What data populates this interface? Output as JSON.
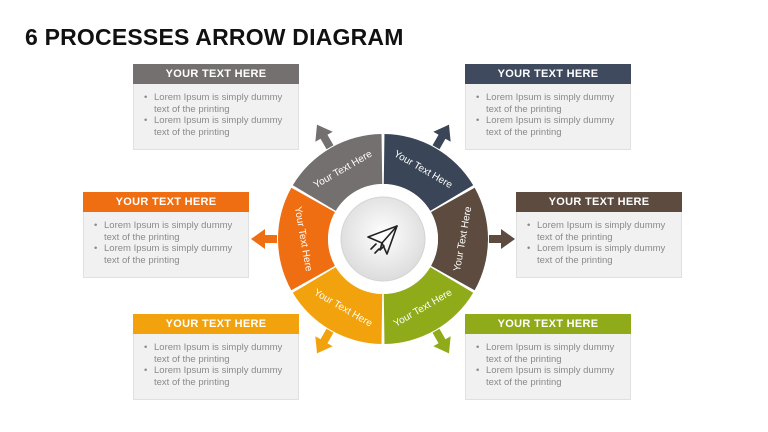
{
  "title": "6 PROCESSES ARROW DIAGRAM",
  "center_icon": "paper-plane-icon",
  "segments": [
    {
      "label": "Your Text Here",
      "color": "#757070"
    },
    {
      "label": "Your Text Here",
      "color": "#3a4658"
    },
    {
      "label": "Your Text Here",
      "color": "#5c4b3e"
    },
    {
      "label": "Your Text Here",
      "color": "#8fab19"
    },
    {
      "label": "Your Text Here",
      "color": "#f1a20c"
    },
    {
      "label": "Your Text Here",
      "color": "#ef6e12"
    }
  ],
  "boxes": [
    {
      "header": "YOUR TEXT HERE",
      "color": "#757070",
      "bullets": [
        "Lorem Ipsum is simply dummy text of the printing",
        "Lorem Ipsum is simply dummy text of the printing"
      ]
    },
    {
      "header": "YOUR TEXT HERE",
      "color": "#3f4a5e",
      "bullets": [
        "Lorem Ipsum is simply dummy text of the printing",
        "Lorem Ipsum is simply dummy text of the printing"
      ]
    },
    {
      "header": "YOUR TEXT HERE",
      "color": "#ef6e12",
      "bullets": [
        "Lorem Ipsum is simply dummy text of the printing",
        "Lorem Ipsum is simply dummy text of the printing"
      ]
    },
    {
      "header": "YOUR TEXT HERE",
      "color": "#5c4b3e",
      "bullets": [
        "Lorem Ipsum is simply dummy text of the printing",
        "Lorem Ipsum is simply dummy text of the printing"
      ]
    },
    {
      "header": "YOUR TEXT HERE",
      "color": "#f1a20c",
      "bullets": [
        "Lorem Ipsum is simply dummy text of the printing",
        "Lorem Ipsum is simply dummy text of the printing"
      ]
    },
    {
      "header": "YOUR TEXT HERE",
      "color": "#8fab19",
      "bullets": [
        "Lorem Ipsum is simply dummy text of the printing",
        "Lorem Ipsum is simply dummy text of the printing"
      ]
    }
  ]
}
